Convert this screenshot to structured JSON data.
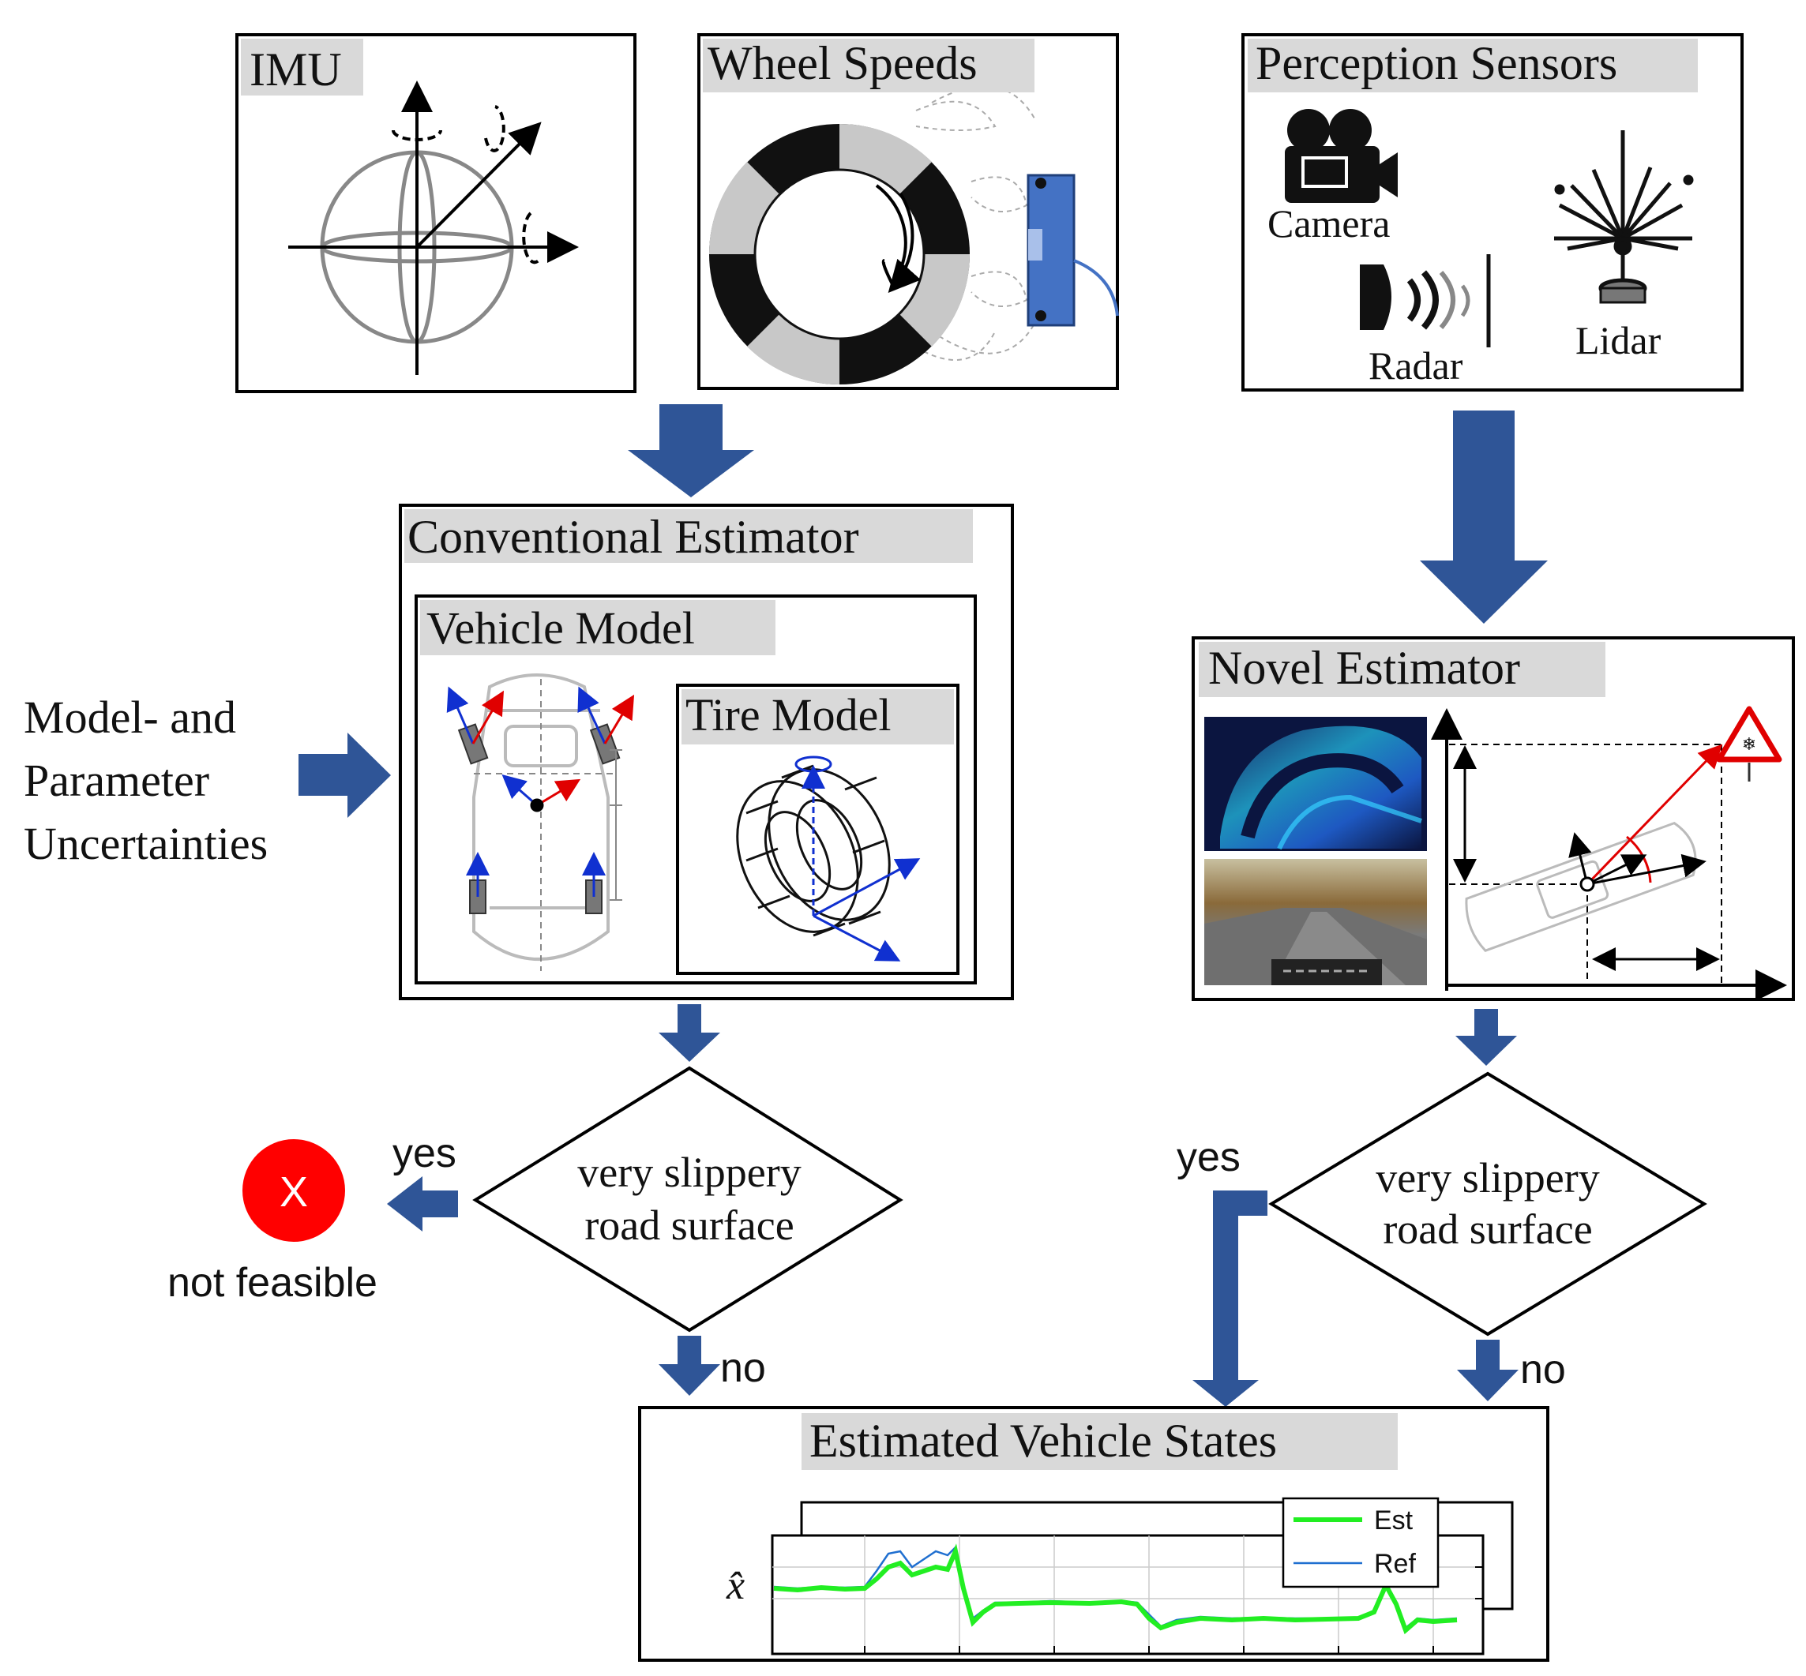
{
  "colors": {
    "arrow": "#2f5597",
    "title_bg": "#d9d9d9",
    "error": "#ff0000",
    "est_line": "#22ee22",
    "ref_line": "#1f6fd0",
    "sensor_blue": "#4472c4"
  },
  "sensors": {
    "imu": {
      "title": "IMU"
    },
    "wheel": {
      "title": "Wheel Speeds"
    },
    "perception": {
      "title": "Perception Sensors",
      "camera_label": "Camera",
      "radar_label": "Radar",
      "lidar_label": "Lidar"
    }
  },
  "uncertainty": {
    "line1": "Model- and",
    "line2": "Parameter",
    "line3": "Uncertainties"
  },
  "conventional": {
    "title": "Conventional Estimator",
    "vehicle_model": "Vehicle Model",
    "tire_model": "Tire Model"
  },
  "novel": {
    "title": "Novel Estimator"
  },
  "decision_left": {
    "line1": "very slippery",
    "line2": "road surface",
    "yes": "yes",
    "no": "no",
    "fail_symbol": "X",
    "fail_text": "not feasible"
  },
  "decision_right": {
    "line1": "very slippery",
    "line2": "road surface",
    "yes": "yes",
    "no": "no"
  },
  "output": {
    "title": "Estimated  Vehicle States",
    "y_symbol": "x̂",
    "legend": [
      "Est",
      "Ref"
    ]
  }
}
